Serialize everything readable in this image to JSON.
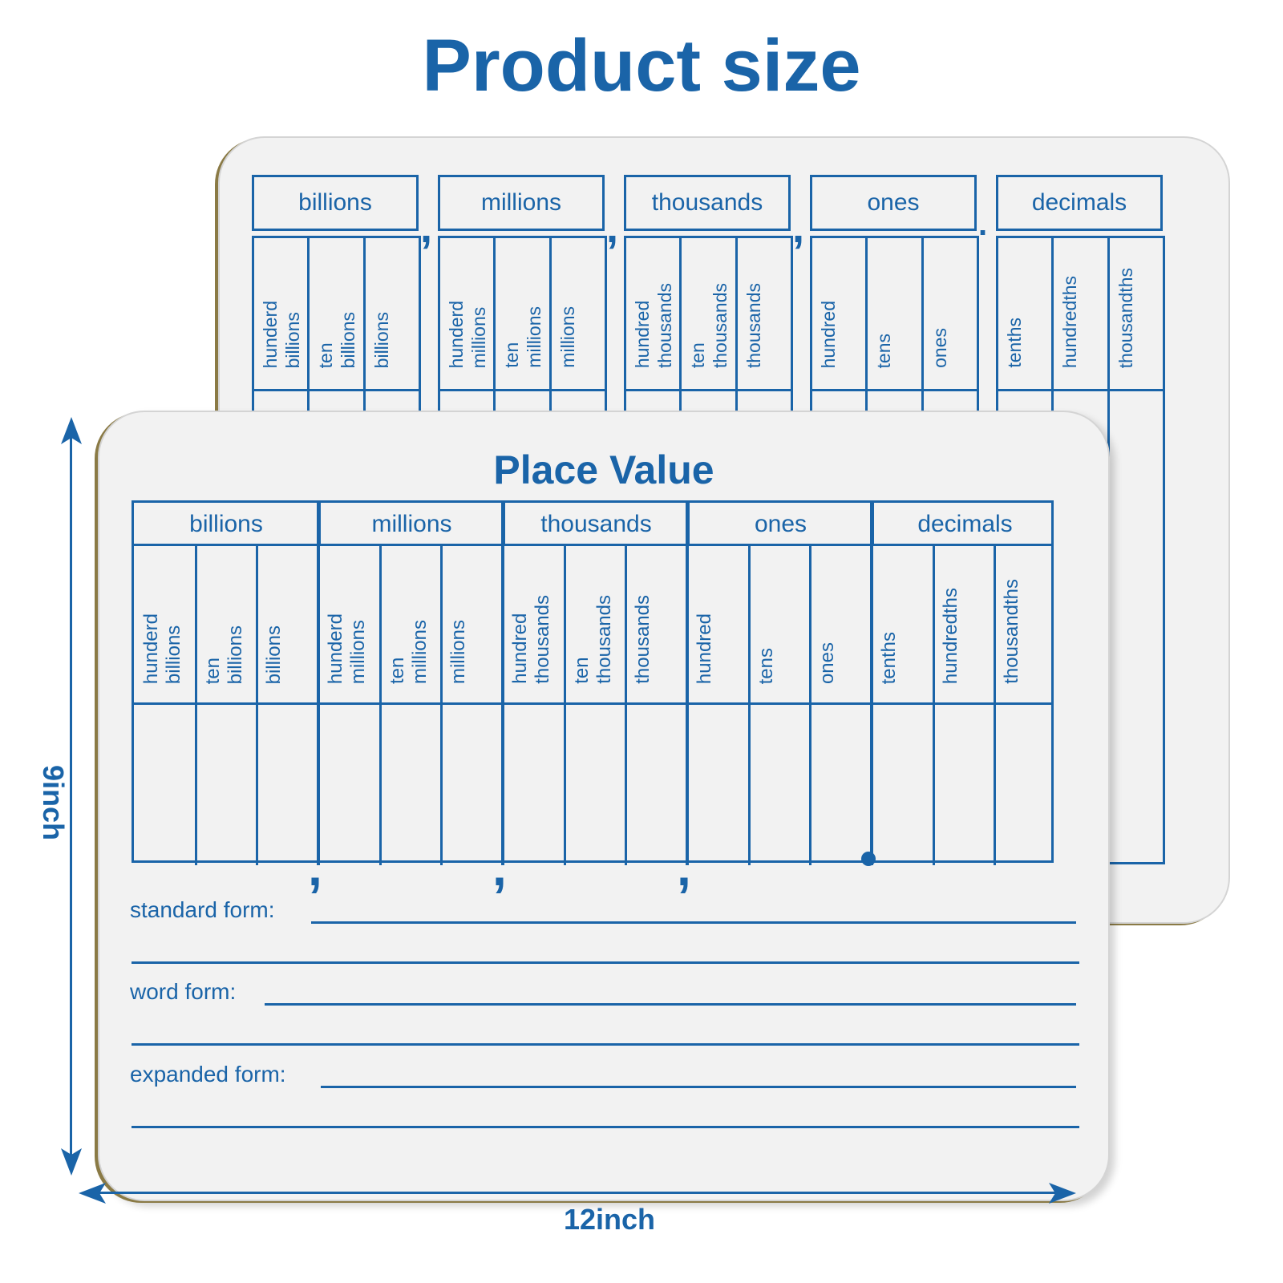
{
  "title": "Product size",
  "board_heading": "Place Value",
  "groups": [
    "billions",
    "millions",
    "thousands",
    "ones",
    "decimals"
  ],
  "columns": [
    "hunderd\nbillions",
    "ten\nbillions",
    "billions",
    "hunderd\nmillions",
    "ten\nmillions",
    "millions",
    "hundred\nthousands",
    "ten\nthousands",
    "thousands",
    "hundred",
    "tens",
    "ones",
    "tenths",
    "hundredths",
    "thousandths"
  ],
  "separators": [
    ",",
    ",",
    ",",
    "."
  ],
  "forms": [
    "standard form:",
    "word form:",
    "expanded form:"
  ],
  "dimensions": {
    "height": "9inch",
    "width": "12inch"
  },
  "colors": {
    "accent": "#1a64a8",
    "board": "#f2f2f2",
    "edge": "#8a7a45"
  }
}
